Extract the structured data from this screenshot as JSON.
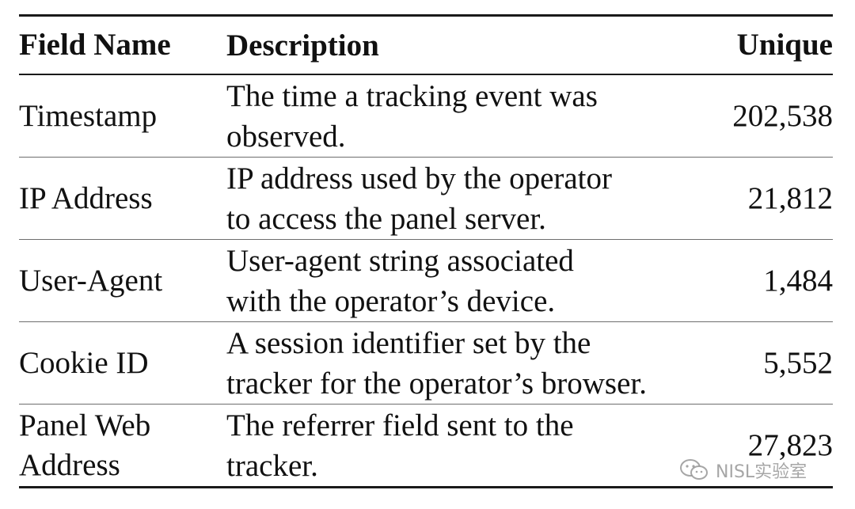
{
  "table": {
    "headers": {
      "field_name": "Field Name",
      "description": "Description",
      "unique": "Unique"
    },
    "rows": [
      {
        "field": [
          "Timestamp"
        ],
        "description": [
          "The time a tracking event was",
          "observed."
        ],
        "unique": "202,538"
      },
      {
        "field": [
          "IP Address"
        ],
        "description": [
          "IP address used by the operator",
          "to access the panel server."
        ],
        "unique": "21,812"
      },
      {
        "field": [
          "User-Agent"
        ],
        "description": [
          "User-agent string associated",
          "with the operator’s device."
        ],
        "unique": "1,484"
      },
      {
        "field": [
          "Cookie ID"
        ],
        "description": [
          "A session identifier set by the",
          "tracker for the operator’s browser."
        ],
        "unique": "5,552"
      },
      {
        "field": [
          "Panel Web",
          "Address"
        ],
        "description": [
          "The referrer field sent to the",
          "tracker."
        ],
        "unique": "27,823"
      }
    ]
  },
  "watermark": {
    "text": "NISL实验室",
    "icon": "wechat-icon"
  }
}
